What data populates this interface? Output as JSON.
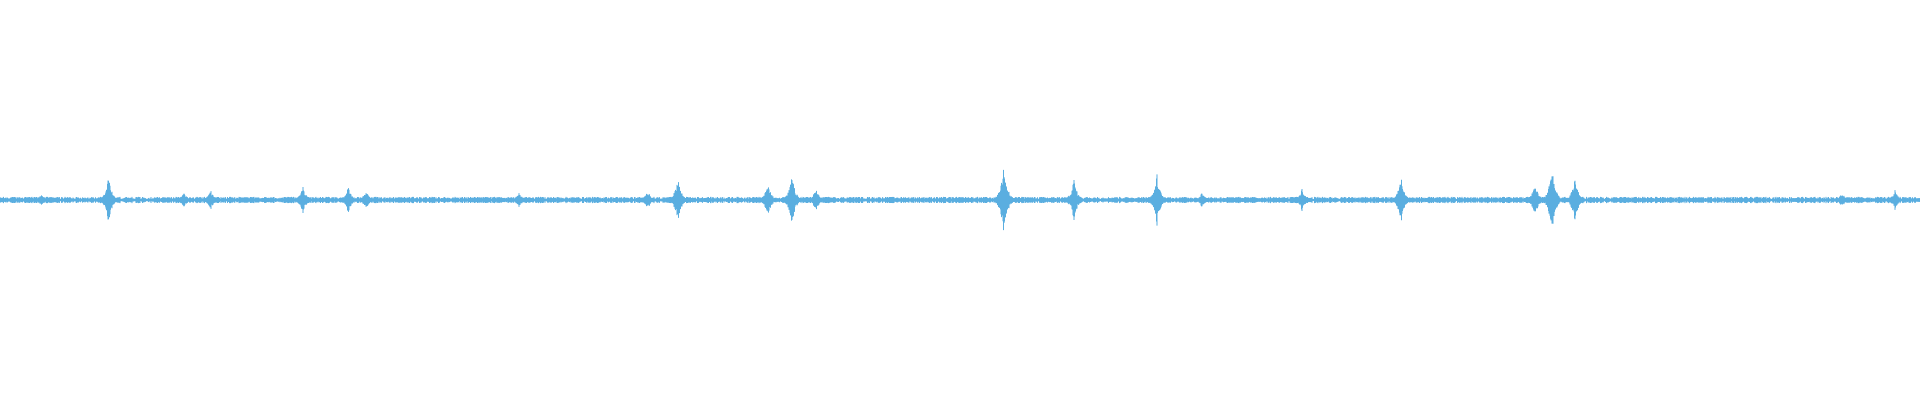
{
  "waveform": {
    "color": "#5aaee0",
    "background": "#ffffff",
    "baseline_amplitude": 0.012,
    "peaks": [
      {
        "position": 0.0216,
        "amplitude": 0.03
      },
      {
        "position": 0.0565,
        "amplitude": 0.13
      },
      {
        "position": 0.0958,
        "amplitude": 0.04
      },
      {
        "position": 0.1097,
        "amplitude": 0.05
      },
      {
        "position": 0.1578,
        "amplitude": 0.07
      },
      {
        "position": 0.1813,
        "amplitude": 0.07
      },
      {
        "position": 0.1906,
        "amplitude": 0.05
      },
      {
        "position": 0.2703,
        "amplitude": 0.04
      },
      {
        "position": 0.3375,
        "amplitude": 0.05
      },
      {
        "position": 0.3531,
        "amplitude": 0.12
      },
      {
        "position": 0.4,
        "amplitude": 0.09
      },
      {
        "position": 0.4125,
        "amplitude": 0.13
      },
      {
        "position": 0.425,
        "amplitude": 0.06
      },
      {
        "position": 0.5229,
        "amplitude": 0.2
      },
      {
        "position": 0.5594,
        "amplitude": 0.11
      },
      {
        "position": 0.6026,
        "amplitude": 0.13
      },
      {
        "position": 0.626,
        "amplitude": 0.04
      },
      {
        "position": 0.6781,
        "amplitude": 0.06
      },
      {
        "position": 0.7297,
        "amplitude": 0.12
      },
      {
        "position": 0.7995,
        "amplitude": 0.09
      },
      {
        "position": 0.8083,
        "amplitude": 0.18
      },
      {
        "position": 0.8203,
        "amplitude": 0.12
      },
      {
        "position": 0.9594,
        "amplitude": 0.04
      },
      {
        "position": 0.987,
        "amplitude": 0.05
      }
    ]
  }
}
